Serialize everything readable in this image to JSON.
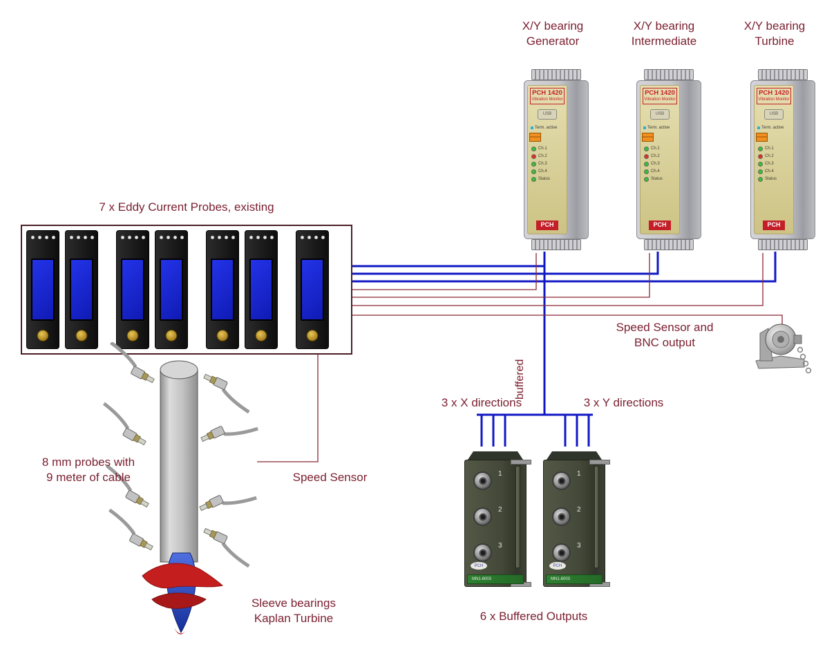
{
  "diagram": {
    "top_labels": {
      "generator": "X/Y bearing\nGenerator",
      "intermediate": "X/Y bearing\nIntermediate",
      "turbine": "X/Y bearing\nTurbine"
    },
    "pch_module": {
      "model": "PCH 1420",
      "subtitle": "Vibration Monitor",
      "usb_label": "USB",
      "term_active_label": "Term. active",
      "leds": [
        {
          "label": "Ch.1",
          "color": "#35c42f"
        },
        {
          "label": "Ch.2",
          "color": "#e03020"
        },
        {
          "label": "Ch.3",
          "color": "#35c42f"
        },
        {
          "label": "Ch.4",
          "color": "#35c42f"
        },
        {
          "label": "Status",
          "color": "#35c42f"
        }
      ],
      "logo_text": "PCH"
    },
    "probe_box": {
      "title": "7 x Eddy Current Probes, existing",
      "count": 7
    },
    "captions": {
      "probes": "8 mm probes with\n9 meter of cable",
      "speed_sensor": "Speed Sensor",
      "turbine": "Sleeve bearings\nKaplan Turbine",
      "bnc": "Speed Sensor and\nBNC output",
      "buffered": "buffered",
      "x_directions": "3 x X directions",
      "y_directions": "3 x Y directions",
      "outputs": "6 x Buffered Outputs"
    },
    "output_module": {
      "ports": [
        "1",
        "2",
        "3"
      ],
      "part_no": "MN1-8003",
      "logo_text": "PCH"
    },
    "colors": {
      "label_text": "#7b2030",
      "wire_blue": "#0f17c4",
      "wire_maroon": "#8b2734",
      "probe_screen": "#1722cc",
      "pch_face_beige": "#d9d09c",
      "pch_red": "#c41e28"
    }
  }
}
